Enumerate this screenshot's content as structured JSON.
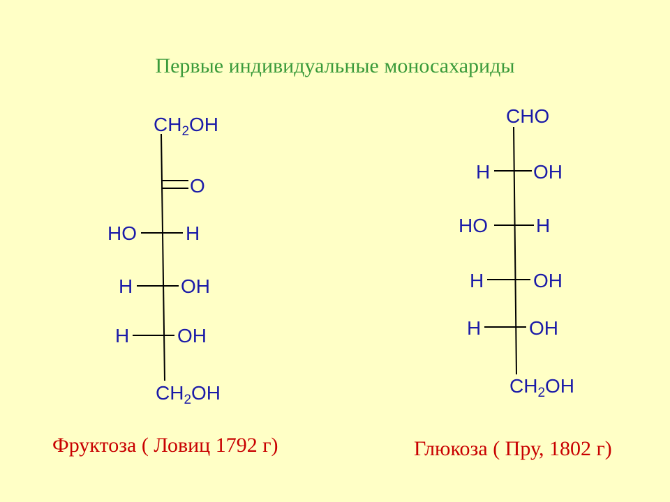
{
  "title": "Первые индивидуальные моносахариды",
  "fructose": {
    "top_group": {
      "base": "CH",
      "sub": "2",
      "tail": "OH"
    },
    "carbonyl_o": "O",
    "row1": {
      "left": "HO",
      "right": "H"
    },
    "row2": {
      "left": "H",
      "right": "OH"
    },
    "row3": {
      "left": "H",
      "right": "OH"
    },
    "bottom_group": {
      "base": "CH",
      "sub": "2",
      "tail": "OH"
    },
    "caption": "Фруктоза ( Ловиц 1792 г)"
  },
  "glucose": {
    "top_group": "CHO",
    "row1": {
      "left": "H",
      "right": "OH"
    },
    "row2": {
      "left": "HO",
      "right": "H"
    },
    "row3": {
      "left": "H",
      "right": "OH"
    },
    "row4": {
      "left": "H",
      "right": "OH"
    },
    "bottom_group": {
      "base": "CH",
      "sub": "2",
      "tail": "OH"
    },
    "caption": "Глюкоза ( Пру, 1802 г)"
  },
  "colors": {
    "background": "#ffffc6",
    "title": "#3a9a3a",
    "formula": "#1a1aa8",
    "caption": "#c80000",
    "bond": "#000000"
  }
}
